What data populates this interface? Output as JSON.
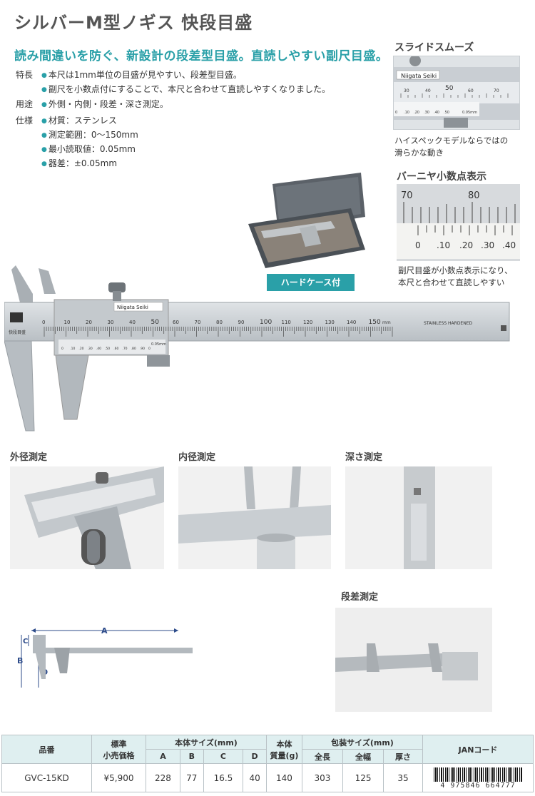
{
  "title": "シルバーM型ノギス 快段目盛",
  "catch": "読み間違いを防ぐ、新設計の段差型目盛。直読しやすい副尺目盛。",
  "features": {
    "label": "特長",
    "items": [
      "本尺は1mm単位の目盛が見やすい、段差型目盛。",
      "副尺を小数点付にすることで、本尺と合わせて直読しやすくなりました。"
    ]
  },
  "usage": {
    "label": "用途",
    "items": [
      "外側・内側・段差・深さ測定。"
    ]
  },
  "specs": {
    "label": "仕様",
    "items": [
      "材質：ステンレス",
      "測定範囲：0～150mm",
      "最小読取値：0.05mm",
      "器差：±0.05mm"
    ]
  },
  "side1": {
    "heading": "スライドスムーズ",
    "text": [
      "ハイスペックモデルならではの",
      "滑らかな動き"
    ]
  },
  "side2": {
    "heading": "バーニヤ小数点表示",
    "text": [
      "副尺目盛が小数点表示になり、",
      "本尺と合わせて直読しやすい"
    ]
  },
  "hardcase_badge": "ハードケース付",
  "caliper": {
    "brand": "Niigata Seiki",
    "main_scale_labels": [
      "0",
      "10",
      "20",
      "30",
      "40",
      "50",
      "60",
      "70",
      "80",
      "90",
      "100",
      "110",
      "120",
      "130",
      "140",
      "150"
    ],
    "unit": "mm",
    "marking": "STAINLESS HARDENED",
    "vernier_labels": [
      "0",
      ".10",
      ".20",
      ".30",
      ".40",
      ".50",
      ".60",
      ".70",
      ".80",
      ".90",
      "0"
    ],
    "vernier_resolution": "0.05mm",
    "logo_text": "快段目盛"
  },
  "zoom_scale": {
    "main_labels": [
      "70",
      "80"
    ],
    "vernier_labels": [
      "0",
      ".10",
      ".20",
      ".30",
      ".40"
    ]
  },
  "slide_zoom": {
    "main_labels": [
      "30",
      "40",
      "50",
      "60",
      "70"
    ],
    "vernier_labels": [
      "0",
      ".10",
      ".20",
      ".30",
      ".40",
      ".50"
    ],
    "resolution": "0.05mm"
  },
  "measure_captions": [
    "外径測定",
    "内径測定",
    "深さ測定",
    "段差測定"
  ],
  "dimension_labels": [
    "A",
    "B",
    "C",
    "D"
  ],
  "table": {
    "headers": {
      "code": "品番",
      "price": [
        "標準",
        "小売価格"
      ],
      "body_size": "本体サイズ(mm)",
      "body_cols": [
        "A",
        "B",
        "C",
        "D"
      ],
      "weight": [
        "本体",
        "質量(g)"
      ],
      "pack_size": "包装サイズ(mm)",
      "pack_cols": [
        "全長",
        "全幅",
        "厚さ"
      ],
      "jan": "JANコード"
    },
    "row": {
      "code": "GVC-15KD",
      "price": "¥5,900",
      "a": "228",
      "b": "77",
      "c": "16.5",
      "d": "40",
      "weight": "140",
      "pack_len": "303",
      "pack_wid": "125",
      "pack_thk": "35",
      "jan": "4 975846 664777"
    }
  },
  "colors": {
    "accent": "#2aa0a8",
    "table_header": "#dfeff0",
    "steel": "#cfd4d8"
  }
}
